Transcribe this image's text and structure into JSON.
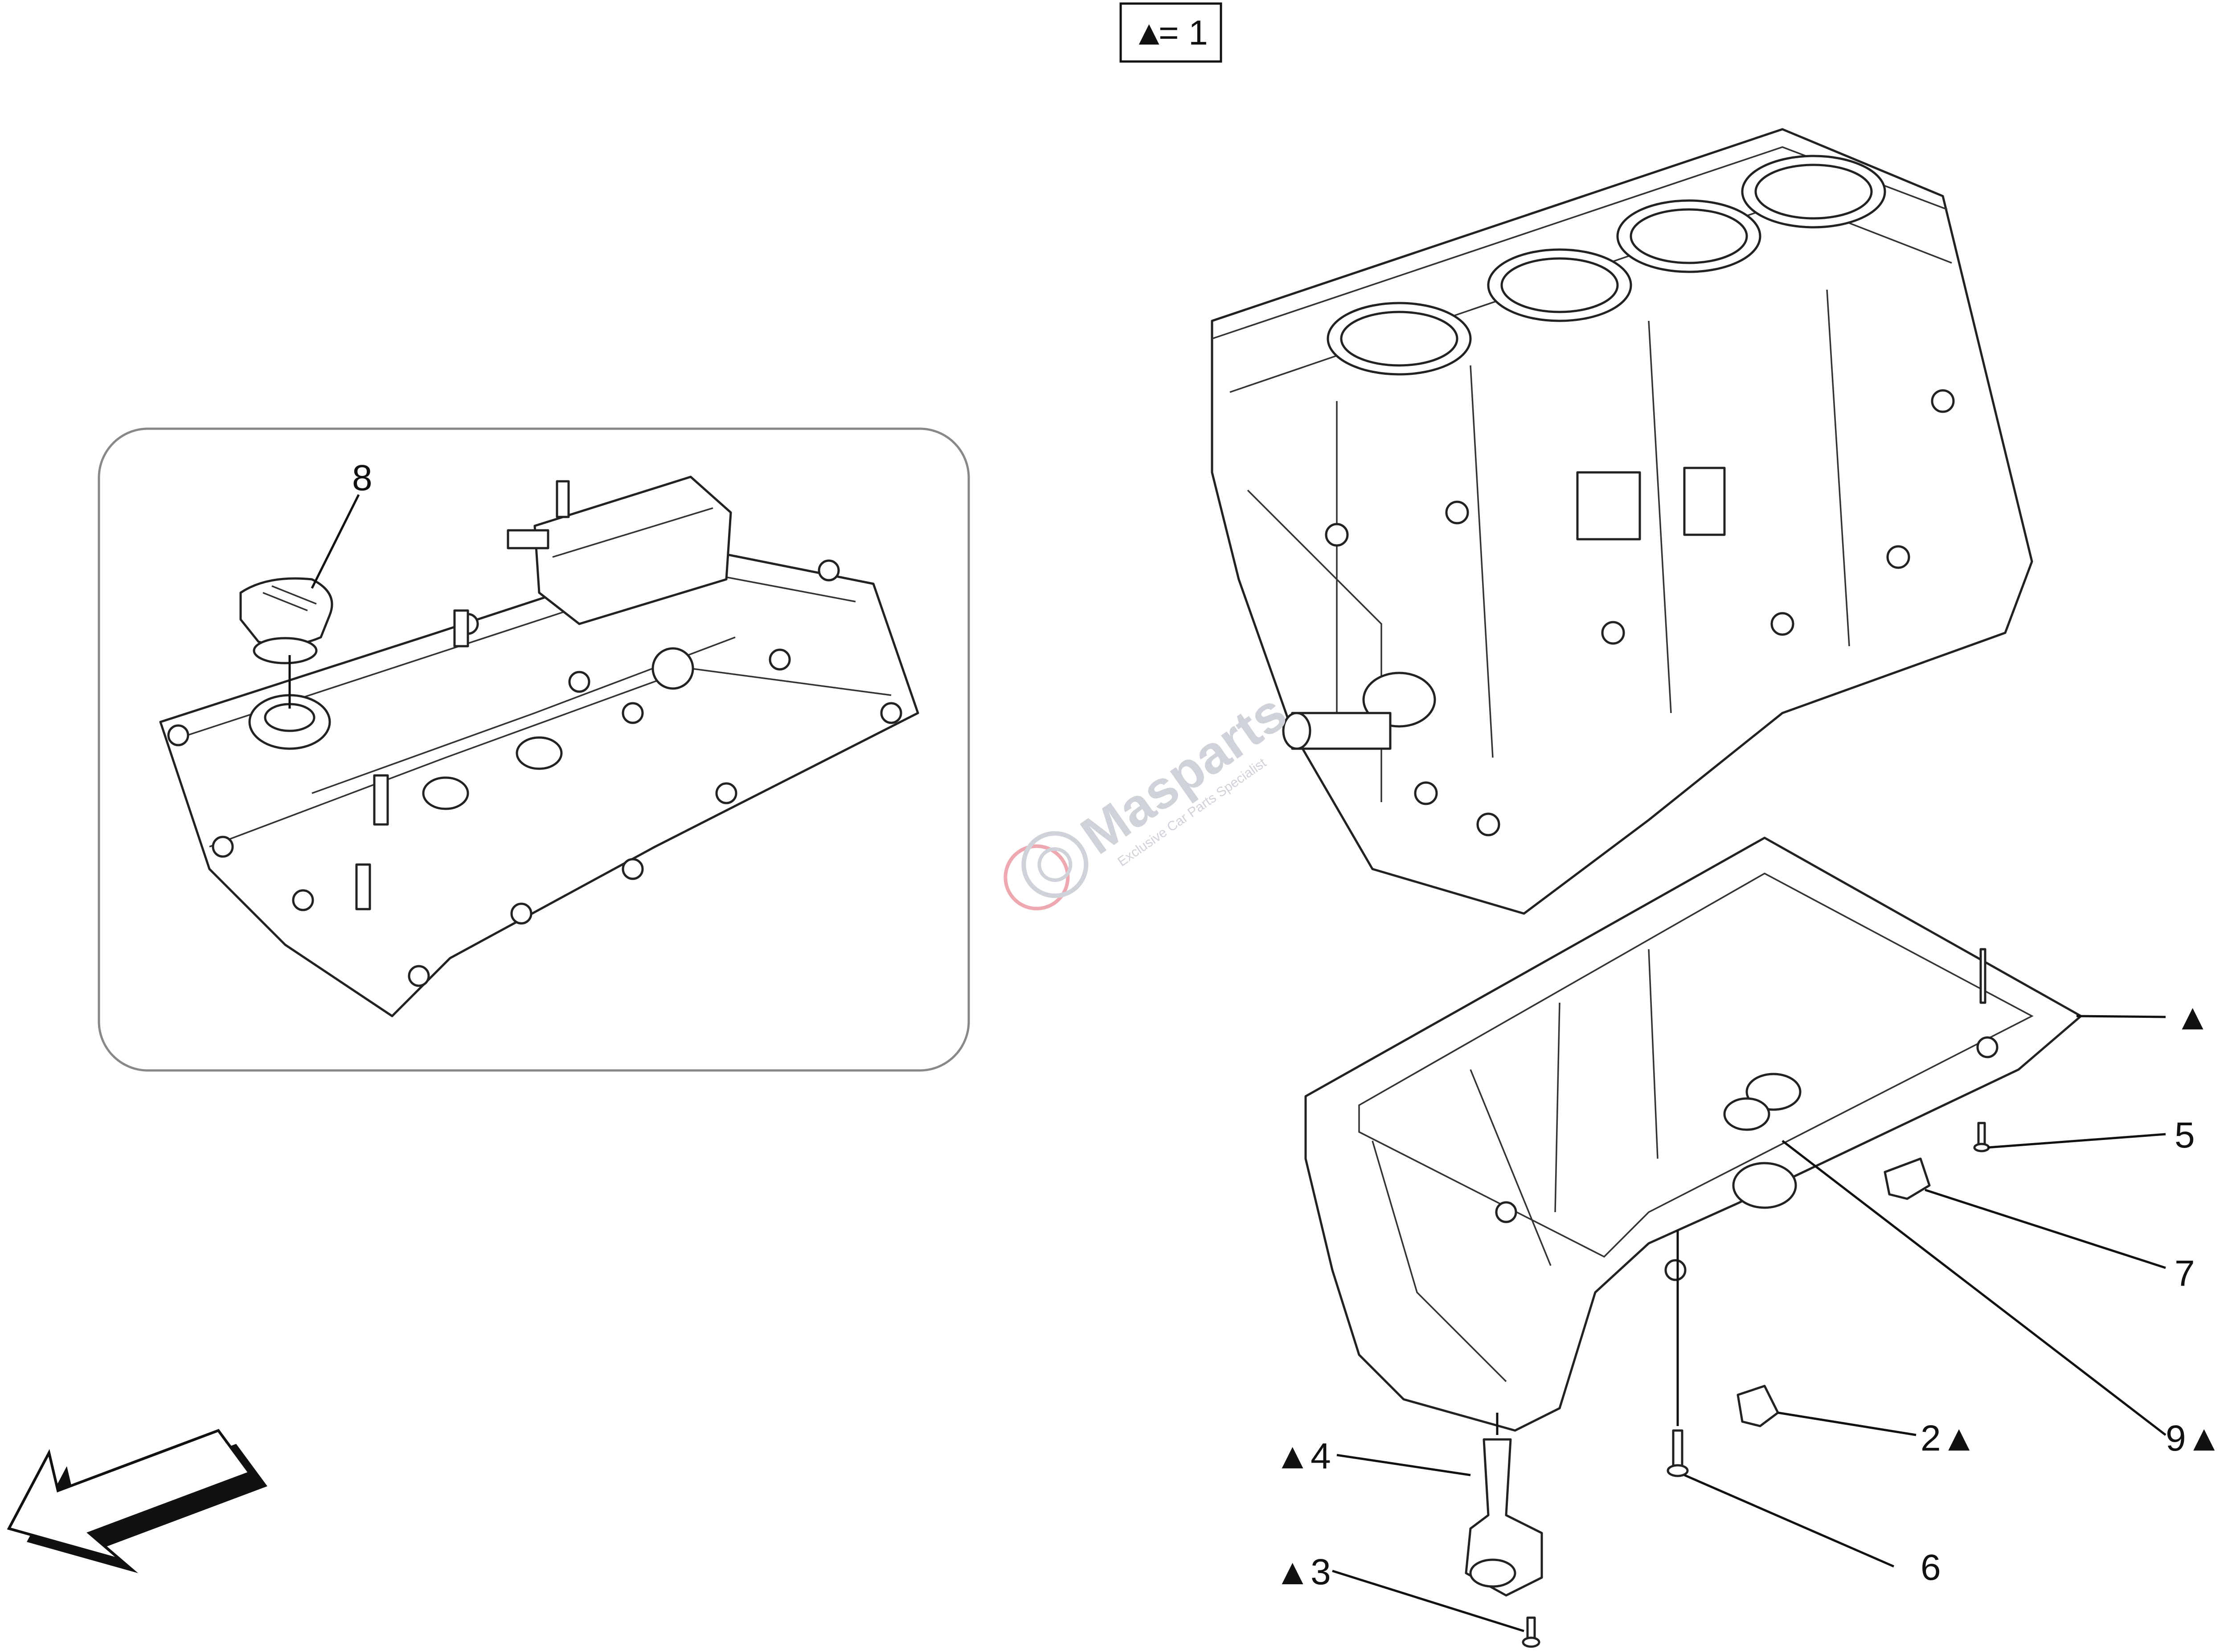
{
  "legend": {
    "symbol": "▲",
    "text": "= 1"
  },
  "callouts": {
    "c2": "2▲",
    "c3": "▲3",
    "c4": "▲4",
    "c5": "5",
    "c6": "6",
    "c7": "7",
    "c8": "8",
    "c9": "9▲",
    "triangle": "▲"
  },
  "watermark": {
    "brand": "Masparts",
    "tagline": "Exclusive Car Parts Specialist"
  },
  "colors": {
    "line": "#111111",
    "watermark": "#cfd3d9",
    "watermark_logo": "#e06070"
  },
  "icons": [
    "direction-arrow-icon",
    "watermark-logo-icon"
  ]
}
